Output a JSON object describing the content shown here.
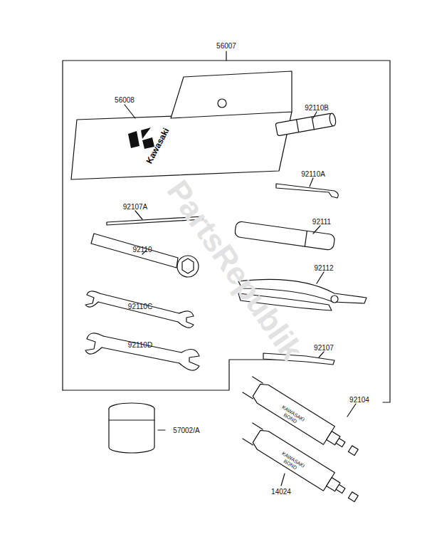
{
  "diagram": {
    "labels": [
      "56007",
      "56008",
      "Kawasaki",
      "92110B",
      "92110A",
      "92107A",
      "92111",
      "92110",
      "92112",
      "92110C",
      "92110D",
      "92107",
      "92104",
      "KAWASAKI BOND",
      "KAWASAKI BOND",
      "57002/A",
      "14024",
      "PartsRepublik"
    ]
  }
}
